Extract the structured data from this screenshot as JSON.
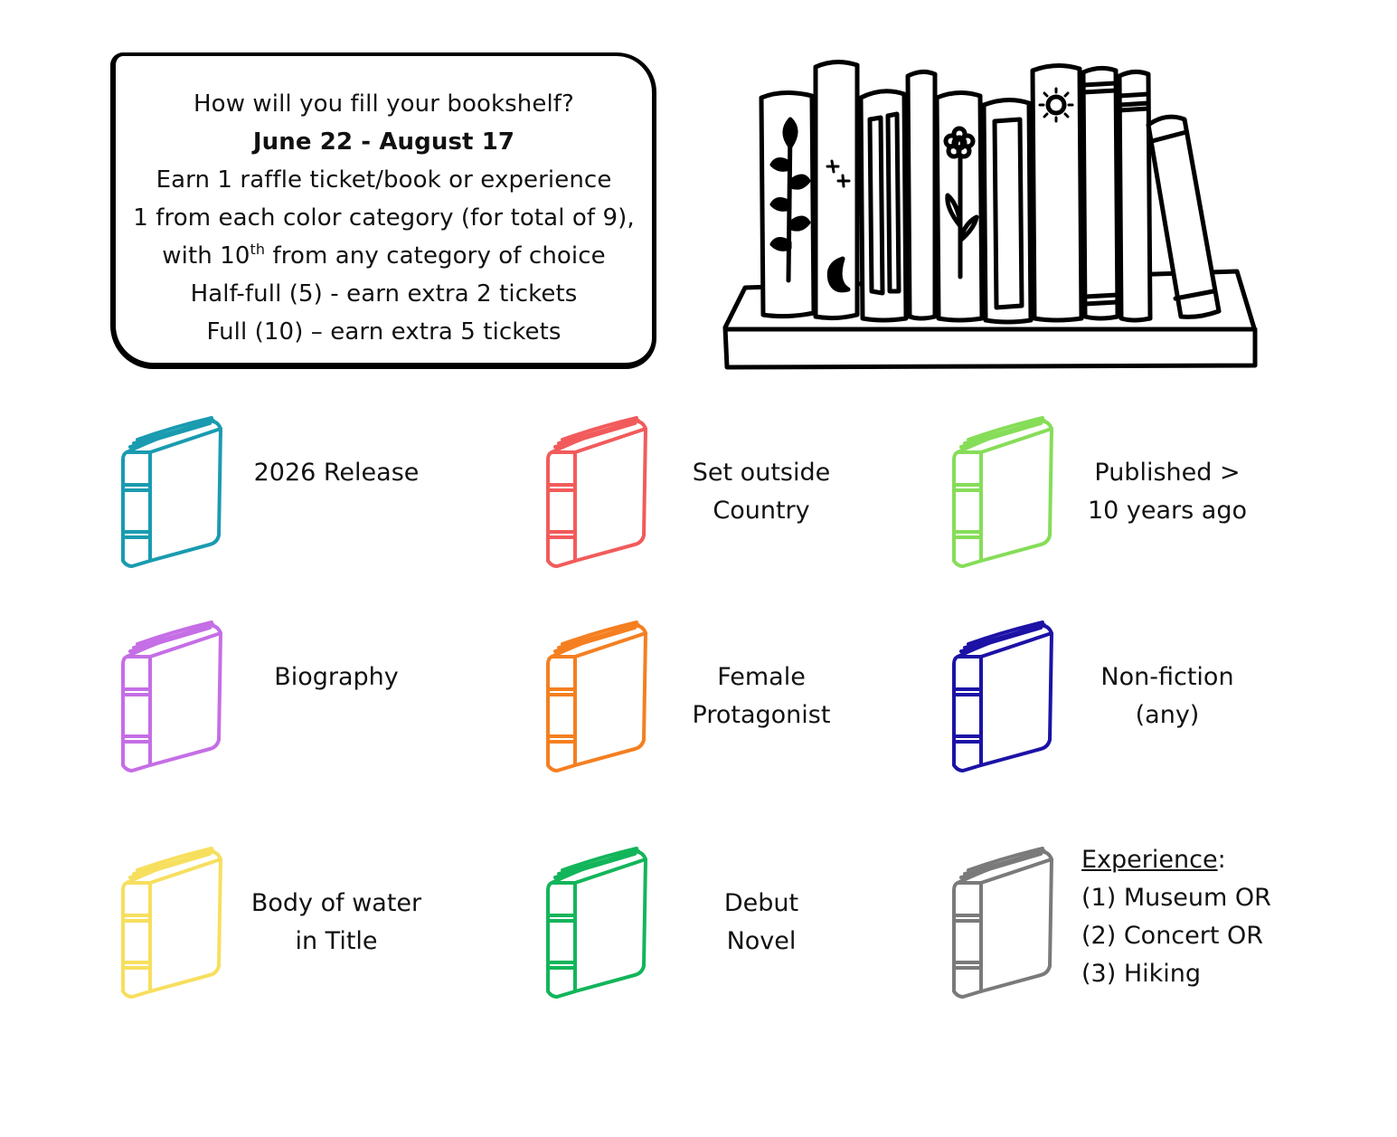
{
  "info": {
    "line1": "How will you fill your bookshelf?",
    "dates": "June 22 - August 17",
    "line3": "Earn 1 raffle ticket/book or experience",
    "line4": "1 from each color category (for total of 9),",
    "line5_pre": "with 10",
    "line5_sup": "th",
    "line5_post": " from any category of choice",
    "line6": "Half-full (5) - earn extra 2 tickets",
    "line7": "Full (10) – earn extra 5 tickets"
  },
  "categories": [
    {
      "color": "#1a9bb0",
      "lines": [
        "2026 Release"
      ]
    },
    {
      "color": "#f25b5b",
      "lines": [
        "Set outside",
        "Country"
      ]
    },
    {
      "color": "#86dd58",
      "lines": [
        "Published >",
        "10 years ago"
      ]
    },
    {
      "color": "#c56ee6",
      "lines": [
        "Biography"
      ]
    },
    {
      "color": "#f57f20",
      "lines": [
        "Female",
        "Protagonist"
      ]
    },
    {
      "color": "#1c12a6",
      "lines": [
        "Non-fiction",
        "(any)"
      ]
    },
    {
      "color": "#f7df5e",
      "lines": [
        "Body of water",
        "in Title"
      ]
    },
    {
      "color": "#13b55a",
      "lines": [
        "Debut",
        "Novel"
      ]
    }
  ],
  "experience": {
    "color": "#7a7a7a",
    "title": "Experience",
    "colon": ":",
    "options": [
      "(1) Museum OR",
      "(2) Concert OR",
      "(3) Hiking"
    ]
  }
}
